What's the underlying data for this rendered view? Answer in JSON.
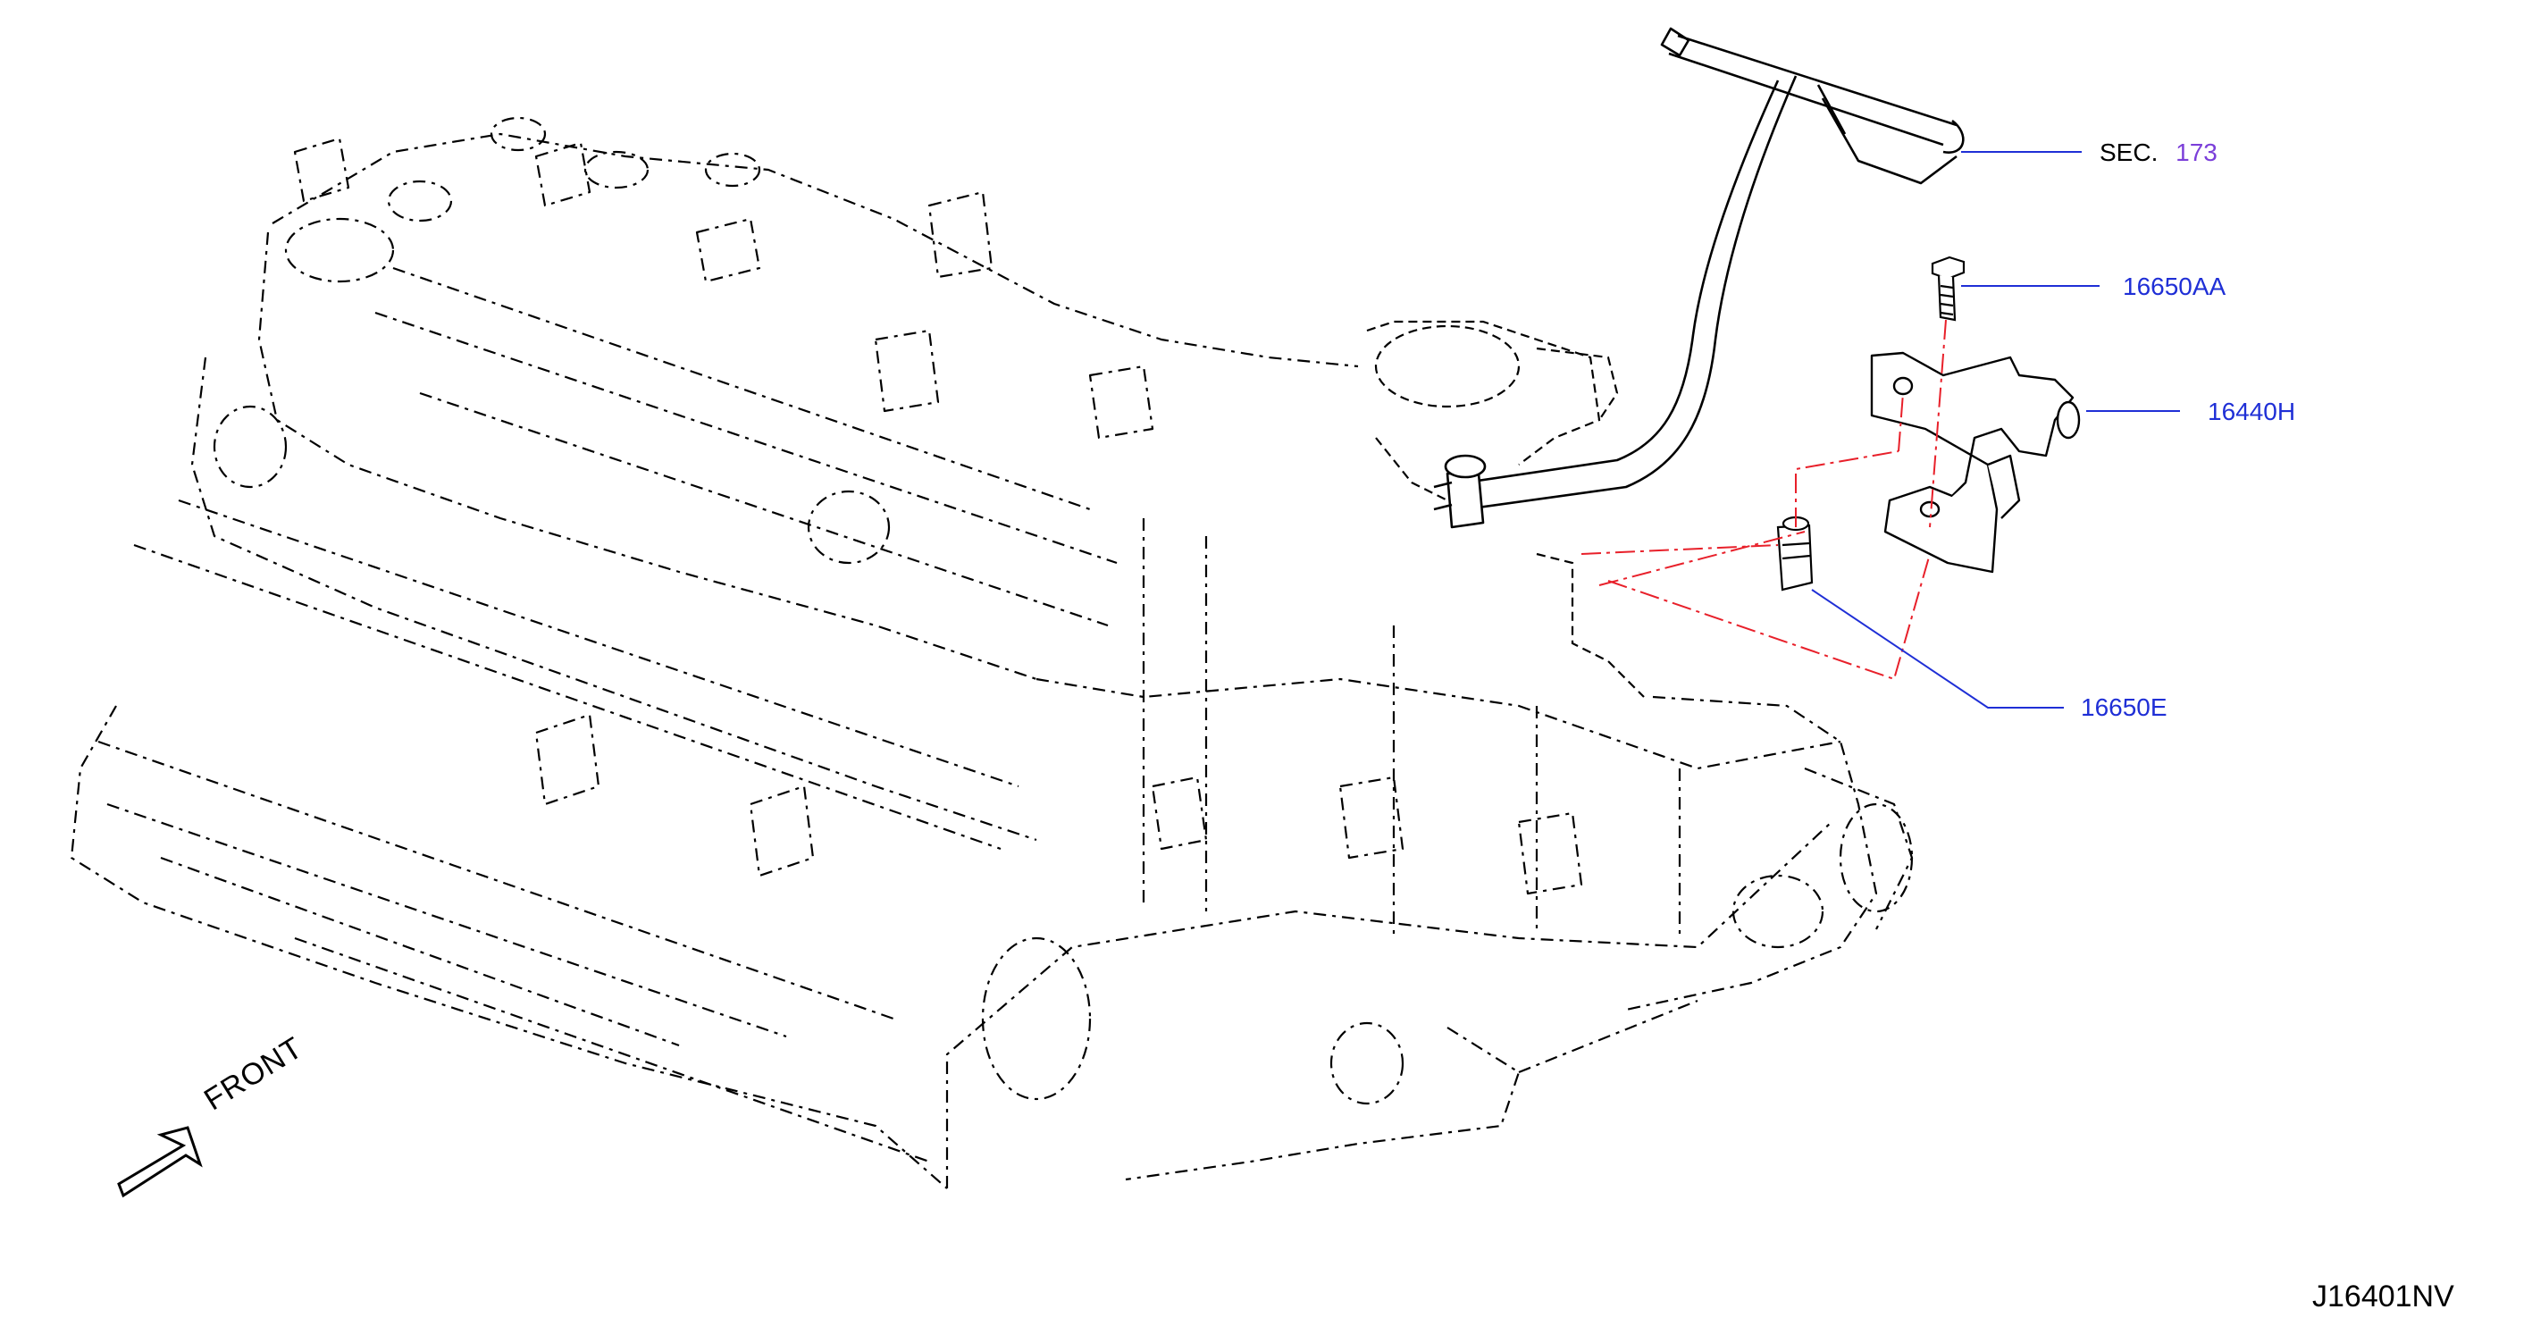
{
  "diagram": {
    "sec_label": {
      "prefix": "SEC.",
      "number": "173"
    },
    "part_labels": [
      {
        "id": "16650AA",
        "text": "16650AA",
        "item": "bolt"
      },
      {
        "id": "16440H",
        "text": "16440H",
        "item": "bracket"
      },
      {
        "id": "16650E",
        "text": "16650E",
        "item": "clip"
      }
    ],
    "front_indicator": "FRONT",
    "diagram_code": "J16401NV",
    "colors": {
      "line": "#000000",
      "leader": "#1f2fd6",
      "dash_chain": "#e8202a",
      "sec_number": "#7b3fd9",
      "part_number": "#1f2fd6"
    }
  }
}
